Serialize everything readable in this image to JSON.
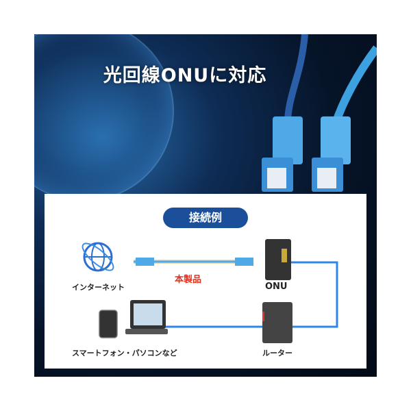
{
  "headline": "光回線ONUに対応",
  "diagram": {
    "title": "接続例",
    "internet_label": "インターネット",
    "product_label": "本製品",
    "onu_label": "ONU",
    "router_label": "ルーター",
    "devices_label": "スマートフォン・パソコンなど"
  },
  "colors": {
    "cable": "#2f86e8",
    "pill": "#1b4f9a",
    "product_label": "#e0321e",
    "connector": "#4fa9e6"
  }
}
